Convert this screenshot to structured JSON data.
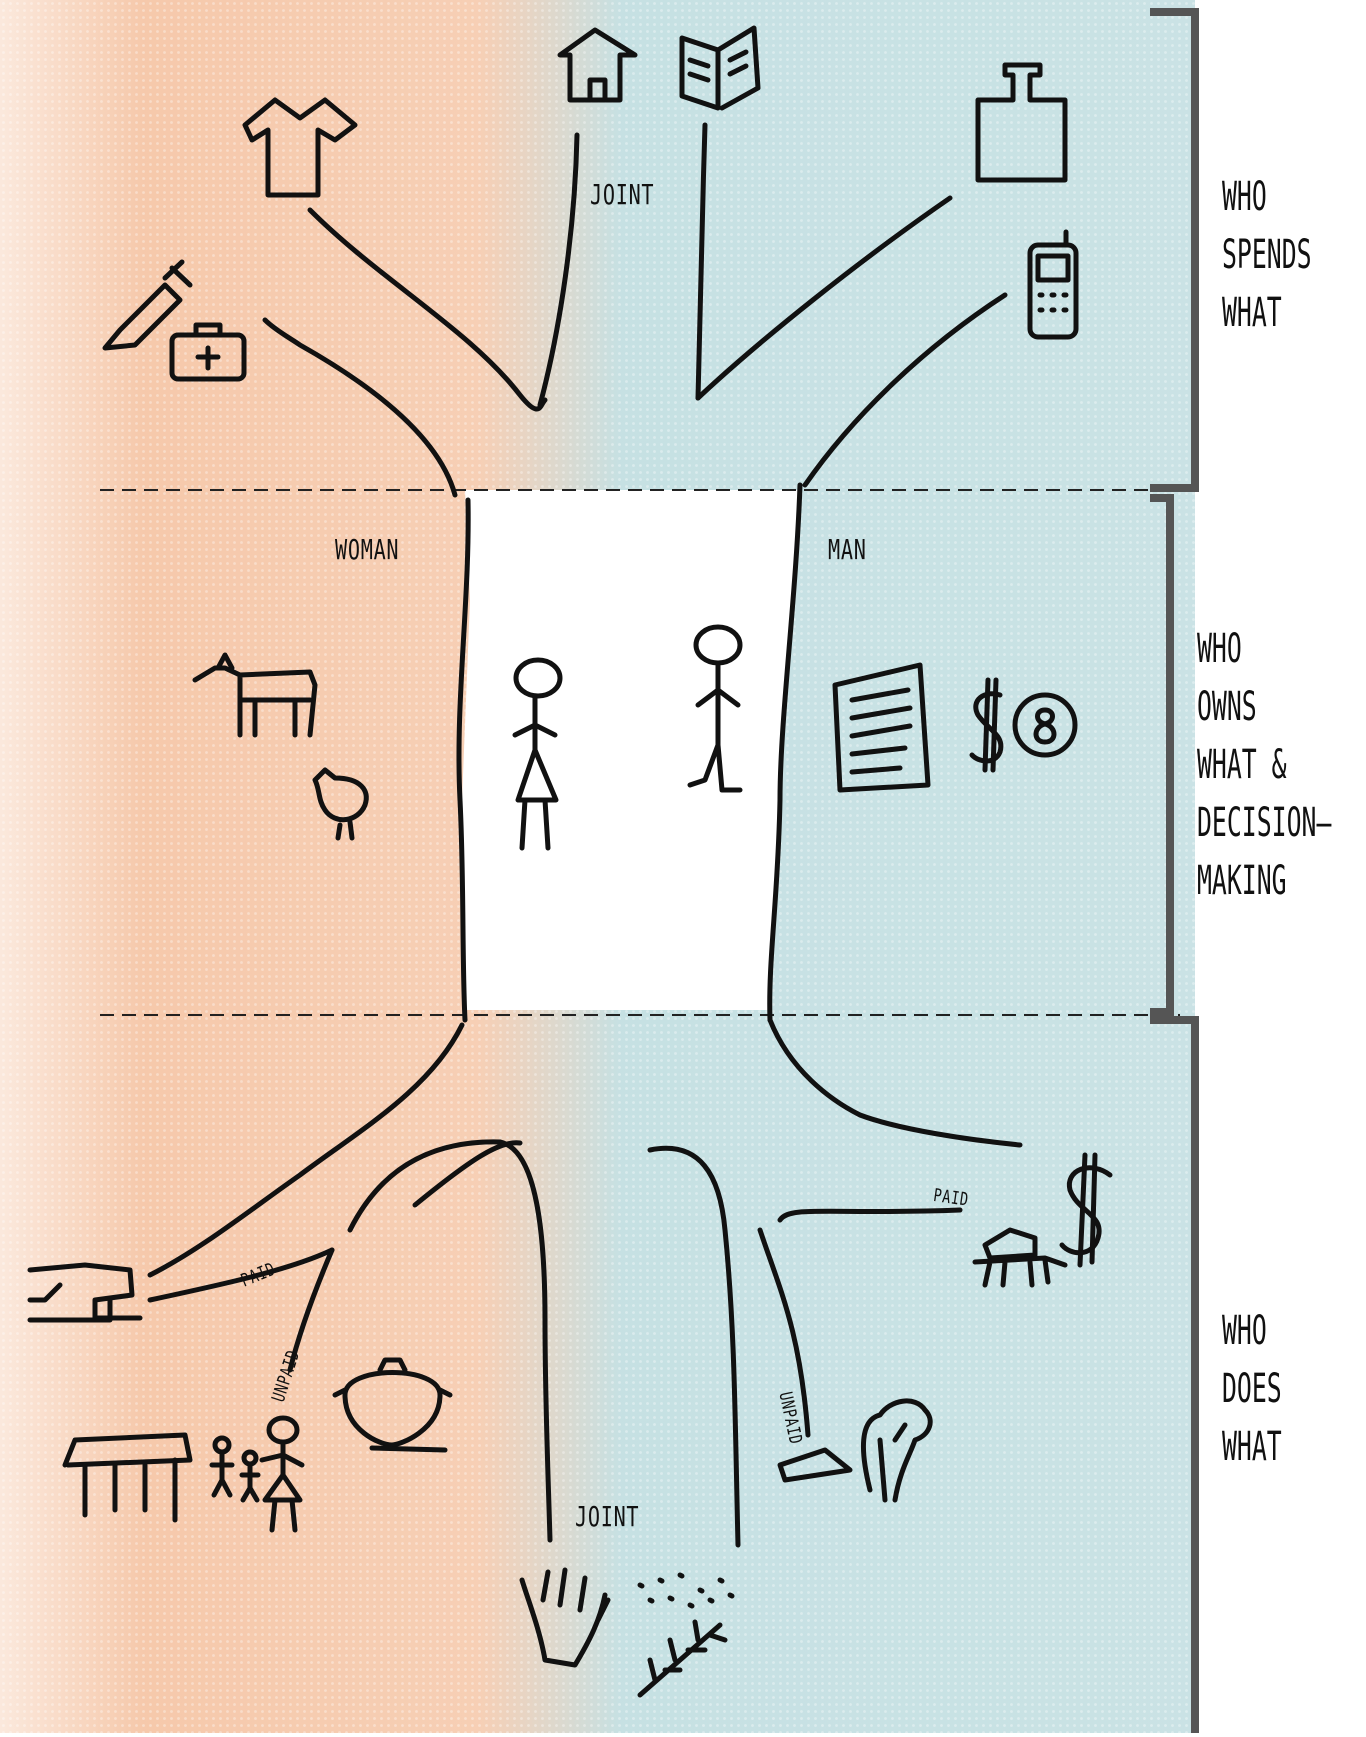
{
  "labels": {
    "joint_top": "JOINT",
    "woman": "WOMAN",
    "man": "MAN",
    "joint_bottom": "JOINT",
    "paid_left": "PAID",
    "unpaid_left": "UNPAID",
    "paid_right": "PAID",
    "unpaid_right": "UNPAID"
  },
  "sections": [
    {
      "lines": [
        "WHO",
        "SPENDS",
        "WHAT"
      ]
    },
    {
      "lines": [
        "WHO",
        "OWNS",
        "WHAT &",
        "DECISION–",
        "MAKING"
      ]
    },
    {
      "lines": [
        "WHO",
        "DOES",
        "WHAT"
      ]
    }
  ],
  "colors": {
    "woman_side": "#f4bf9c",
    "man_side": "#b8d9dc",
    "ink": "#111111",
    "bracket": "#555555"
  },
  "icons": {
    "woman_spends": [
      "shirt-icon",
      "syringe-icon",
      "medical-kit-icon"
    ],
    "joint_spends": [
      "house-icon",
      "book-icon"
    ],
    "man_spends": [
      "bottle-icon",
      "mobile-phone-icon"
    ],
    "woman_owns": [
      "goat-icon",
      "chicken-icon"
    ],
    "center": [
      "woman-figure-icon",
      "man-figure-icon"
    ],
    "man_owns": [
      "document-icon",
      "money-icon"
    ],
    "woman_does": [
      "sewing-machine-icon",
      "market-stall-icon",
      "family-icon",
      "cooking-pot-icon"
    ],
    "joint_does": [
      "hand-icon",
      "seeds-icon",
      "plant-icon"
    ],
    "man_does": [
      "ox-plough-icon",
      "dollar-sign-icon",
      "axe-icon",
      "tree-icon"
    ]
  }
}
